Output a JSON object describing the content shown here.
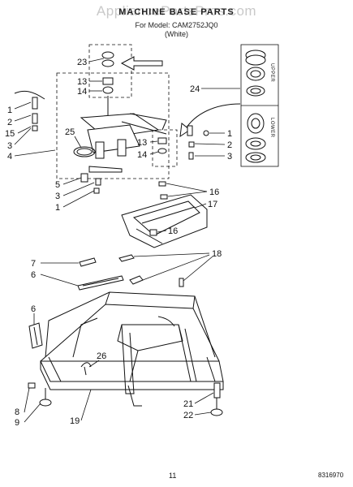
{
  "header": {
    "watermark": "AppliancePartsPros.com",
    "title": "MACHINE BASE PARTS",
    "model_line": "For Model: CAM2752JQ0",
    "color_line": "(White)"
  },
  "side_labels": {
    "upper": "UPPER",
    "lower": "LOWER"
  },
  "callouts": [
    "1",
    "2",
    "15",
    "3",
    "4",
    "25",
    "23",
    "13",
    "14",
    "24",
    "13",
    "14",
    "1",
    "2",
    "3",
    "5",
    "3",
    "1",
    "16",
    "17",
    "16",
    "7",
    "6",
    "18",
    "6",
    "26",
    "8",
    "9",
    "19",
    "21",
    "22"
  ],
  "footer": {
    "page_number": "11",
    "part_number": "8316970"
  }
}
